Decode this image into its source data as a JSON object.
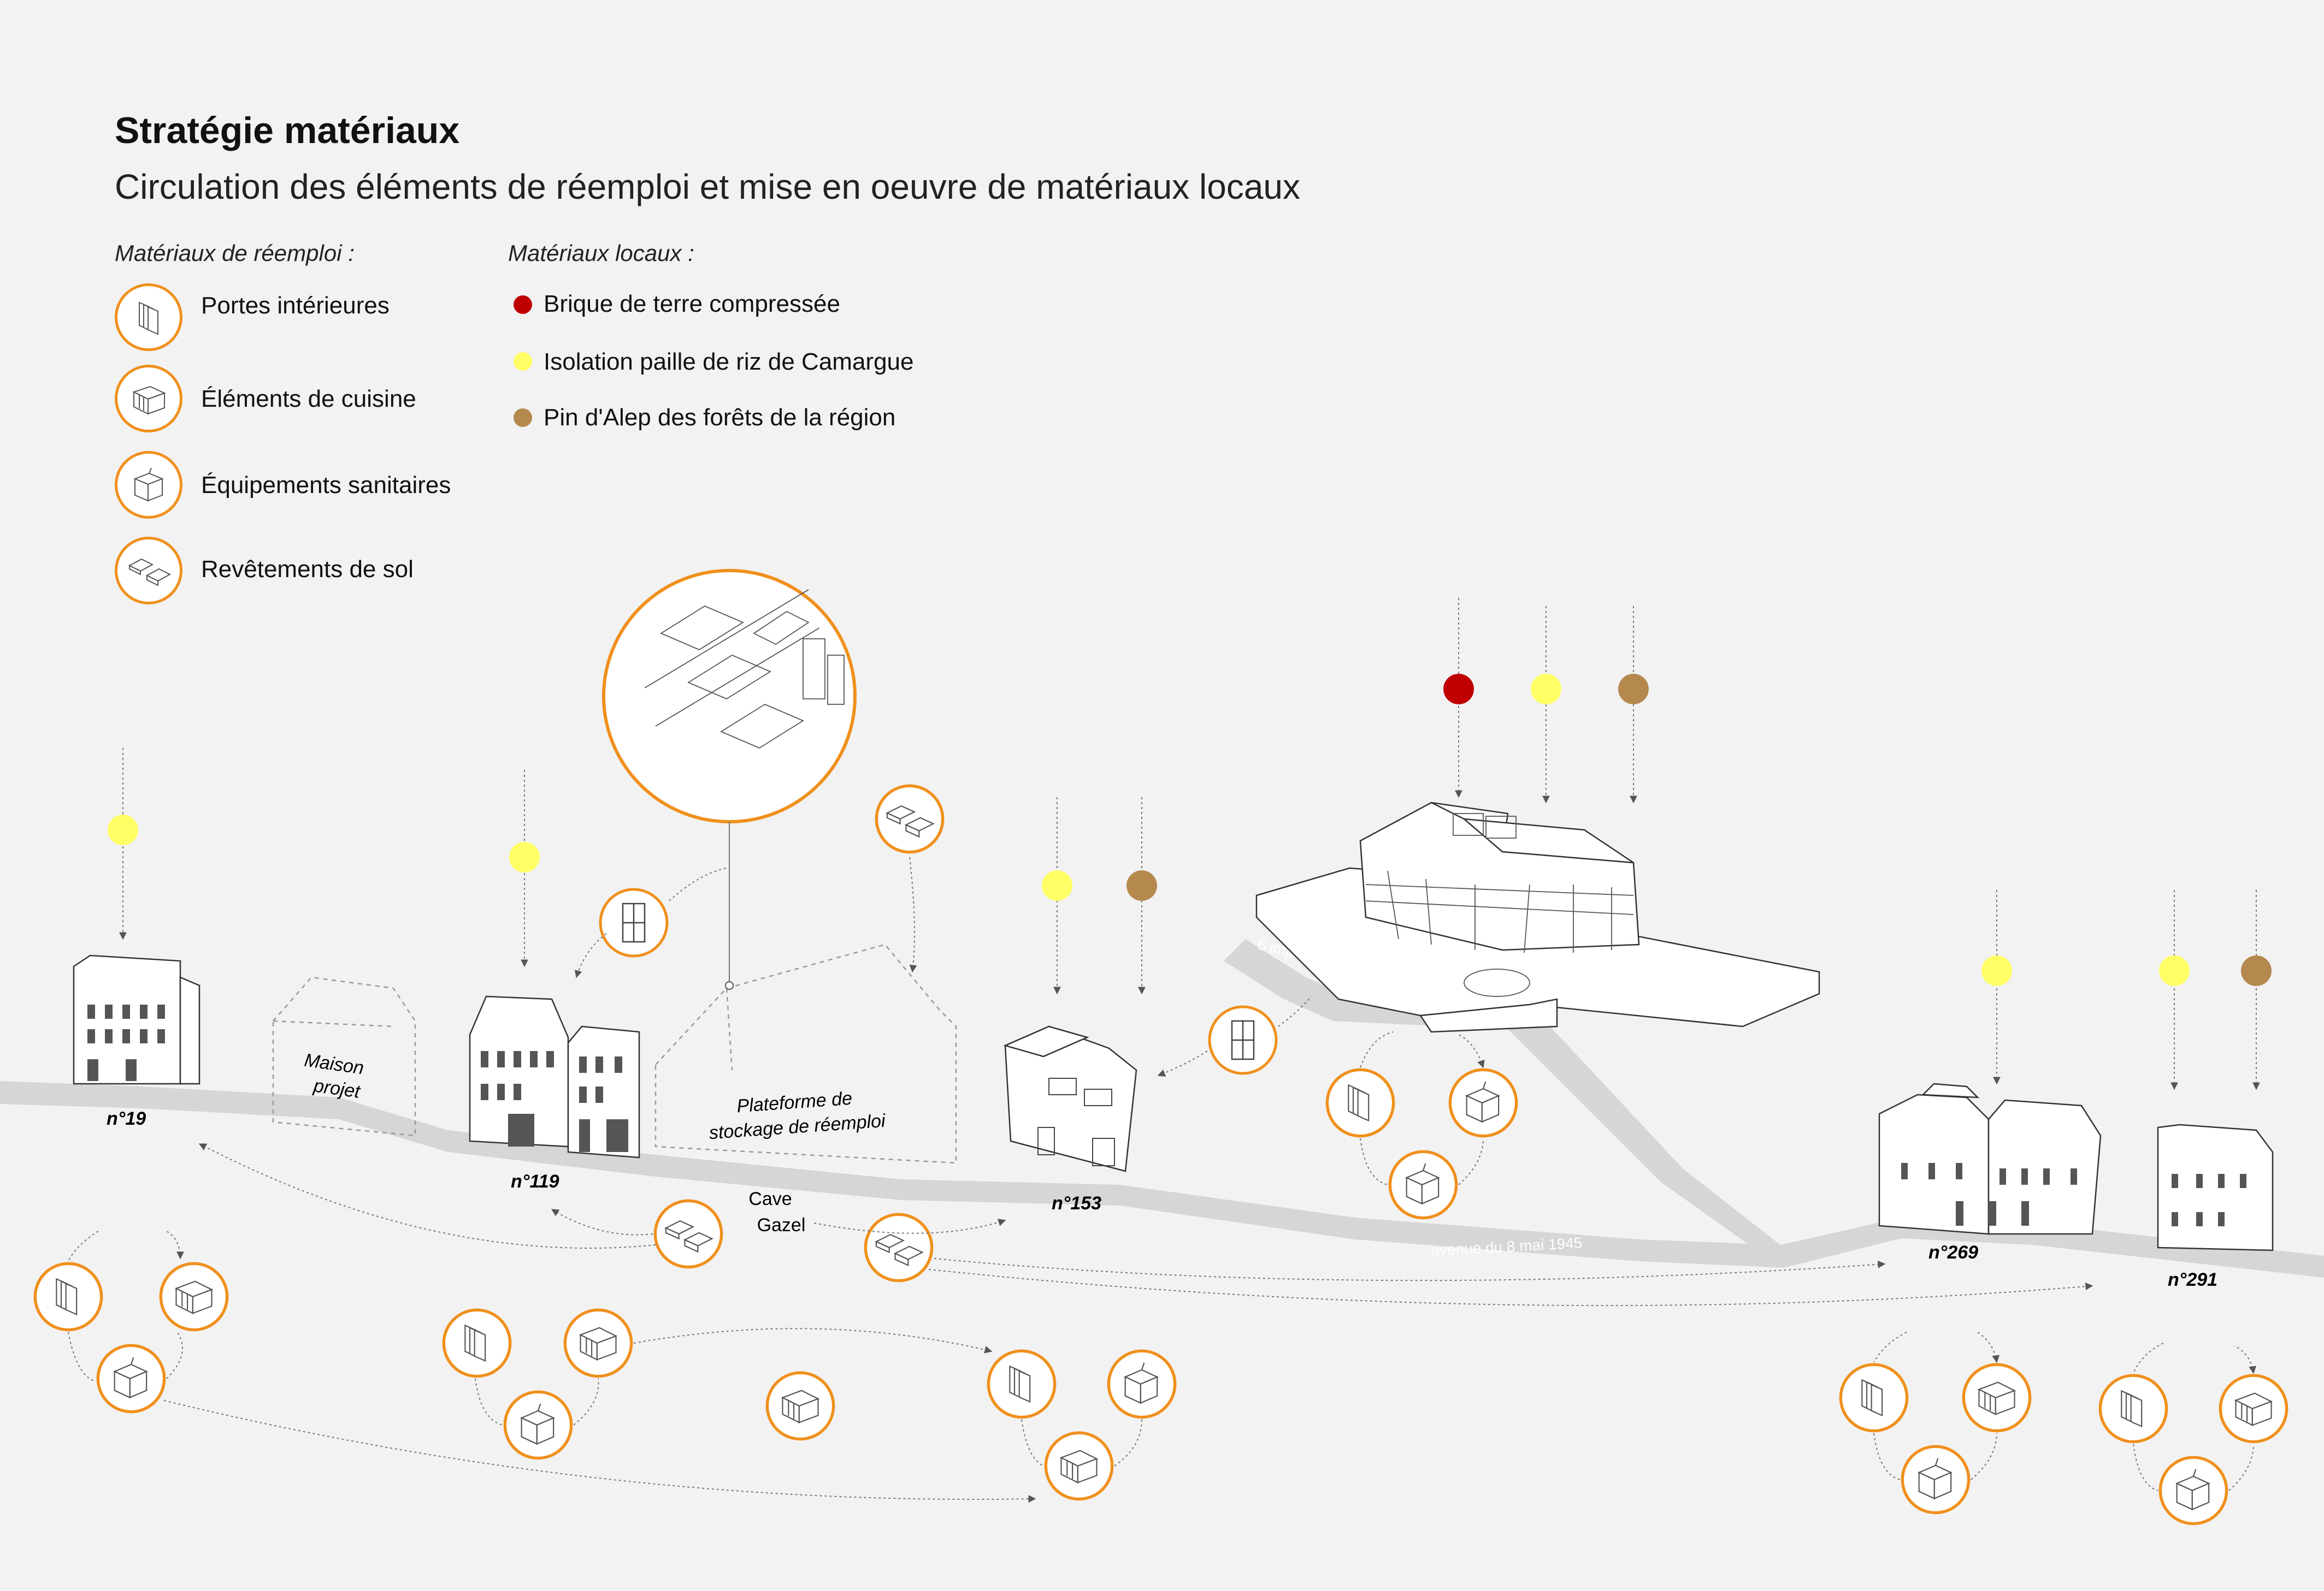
{
  "header": {
    "title": "Stratégie matériaux",
    "subtitle": "Circulation des éléments de réemploi et mise en oeuvre de matériaux locaux"
  },
  "legend": {
    "reuse_heading": "Matériaux de réemploi :",
    "local_heading": "Matériaux locaux :",
    "reuse_items": [
      {
        "label": "Portes intérieures",
        "icon": "doors-icon"
      },
      {
        "label": "Éléments de cuisine",
        "icon": "kitchen-icon"
      },
      {
        "label": "Équipements sanitaires",
        "icon": "sanitary-icon"
      },
      {
        "label": "Revêtements de sol",
        "icon": "floor-tiles-icon"
      }
    ],
    "local_items": [
      {
        "label": "Brique de terre compressée",
        "color": "#c00000"
      },
      {
        "label": "Isolation paille de riz de Camargue",
        "color": "#ffff66"
      },
      {
        "label": "Pin d'Alep des forêts de la région",
        "color": "#b5894e"
      }
    ]
  },
  "map": {
    "houses": [
      "n°19",
      "n°119",
      "n°153",
      "n°269",
      "n°291"
    ],
    "maison_projet": [
      "Maison",
      "projet"
    ],
    "plateforme": [
      "Plateforme de",
      "stockage de réemploi"
    ],
    "cave": [
      "Cave",
      "Gazel"
    ],
    "street_avenue": "avenue du 8 mai 1945",
    "street_impasse": "6 impasse Pierre Fiche"
  },
  "colors": {
    "accent": "#f0901c",
    "brick": "#c00000",
    "straw": "#ffff66",
    "pine": "#b5894e",
    "road": "#d6d6d8",
    "background": "#f2f2f3"
  }
}
